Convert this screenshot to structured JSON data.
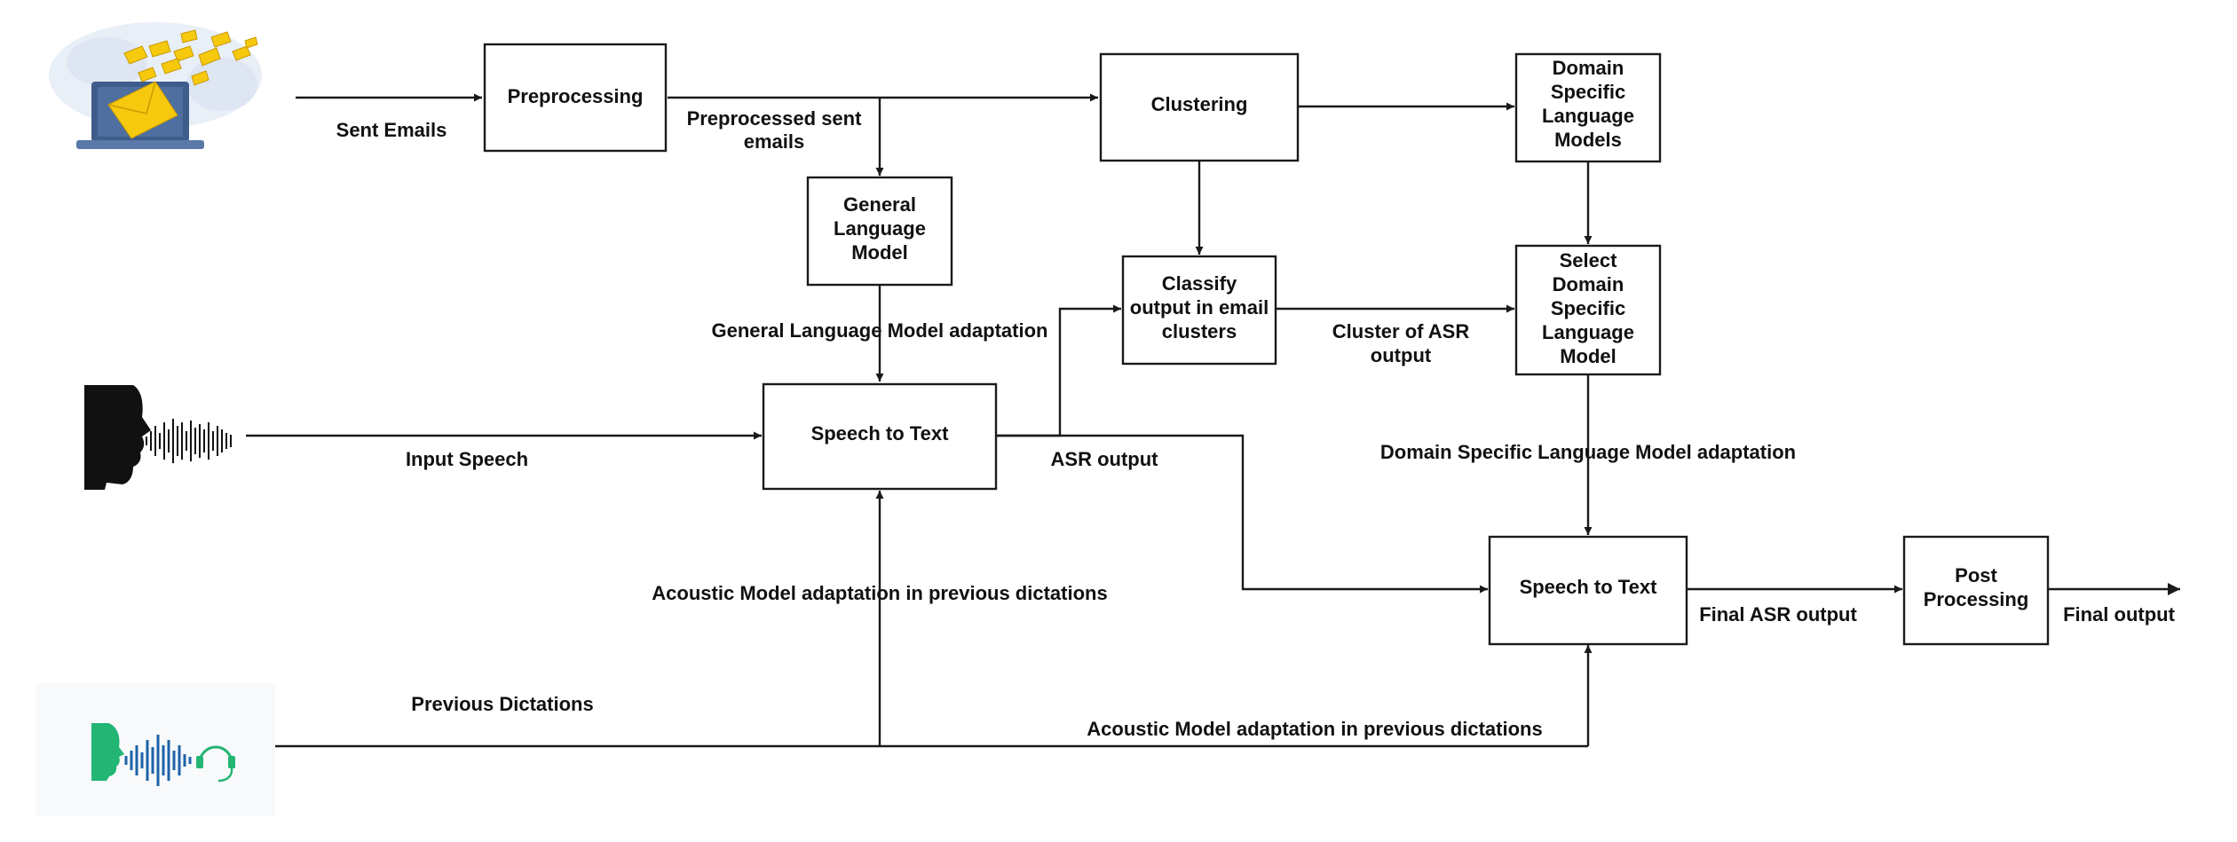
{
  "diagram": {
    "boxes": {
      "preprocessing": "Preprocessing",
      "clustering": "Clustering",
      "domain_models": [
        "Domain",
        "Specific",
        "Language",
        "Models"
      ],
      "general_lm": [
        "General",
        "Language",
        "Model"
      ],
      "classify": [
        "Classify",
        "output in email",
        "clusters"
      ],
      "select_domain": [
        "Select",
        "Domain",
        "Specific",
        "Language",
        "Model"
      ],
      "stt1": "Speech to Text",
      "stt2": "Speech to Text",
      "post": [
        "Post",
        "Processing"
      ]
    },
    "edges": {
      "sent_emails": "Sent Emails",
      "preprocessed": [
        "Preprocessed sent",
        "emails"
      ],
      "general_adapt": "General Language Model adaptation",
      "input_speech": "Input Speech",
      "asr_output": "ASR output",
      "cluster_asr": [
        "Cluster of ASR",
        "output"
      ],
      "domain_adapt": "Domain Specific Language Model adaptation",
      "acoustic1": "Acoustic Model adaptation in previous dictations",
      "acoustic2": "Acoustic Model adaptation in previous dictations",
      "previous_dictations": "Previous Dictations",
      "final_asr": "Final ASR output",
      "final_output": "Final output"
    },
    "icons": {
      "email": "email-laptop-icon",
      "speaker": "speaking-head-icon",
      "dictation": "voice-dictation-icon"
    },
    "colors": {
      "stroke": "#1a1a1a",
      "email_laptop": "#3f5d8a",
      "email_envelope": "#f6c90e",
      "dictation_green": "#22b573",
      "dictation_wave": "#1e63a8"
    }
  }
}
